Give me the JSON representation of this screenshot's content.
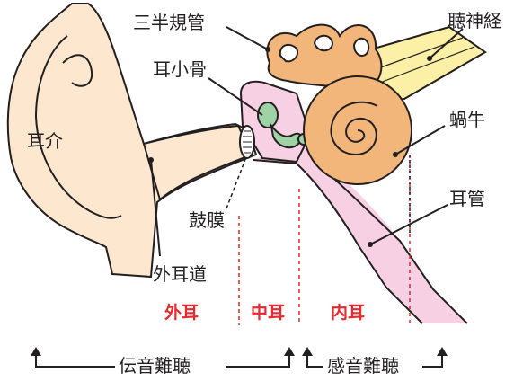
{
  "labels": {
    "semicircular_canals": "三半規管",
    "auditory_nerve": "聴神経",
    "ossicles": "耳小骨",
    "cochlea": "蝸牛",
    "auricle": "耳介",
    "eardrum": "鼓膜",
    "eustachian_tube": "耳管",
    "ear_canal": "外耳道"
  },
  "regions": {
    "outer": "外耳",
    "middle": "中耳",
    "inner": "内耳"
  },
  "hearing_loss": {
    "conductive": "伝音難聴",
    "sensorineural": "感音難聴"
  },
  "colors": {
    "outline": "#231f20",
    "skin": "#fde8cf",
    "inner_ear": "#f2b67a",
    "nerve": "#fbf0a6",
    "tube": "#f8d0e3",
    "ossicle": "#9fd3a6",
    "red": "#e8292e"
  }
}
